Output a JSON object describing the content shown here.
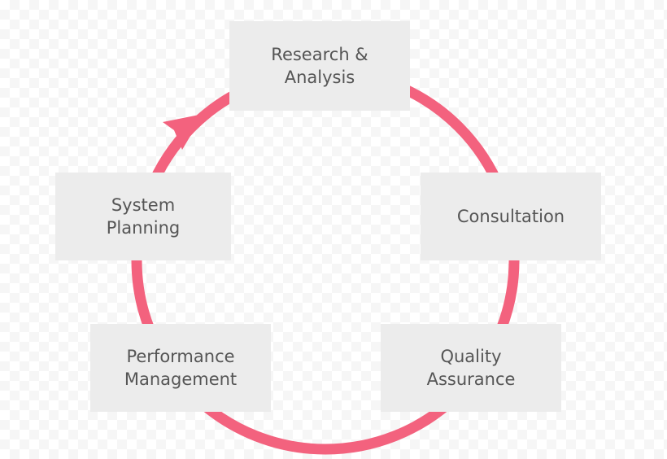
{
  "diagram": {
    "type": "cycle",
    "accent_color": "#f3627e",
    "box_color": "#ececec",
    "text_color": "#555555",
    "steps": [
      {
        "label": "Research &\nAnalysis"
      },
      {
        "label": "Consultation"
      },
      {
        "label": "Quality\nAssurance"
      },
      {
        "label": "Performance\nManagement"
      },
      {
        "label": "System\nPlanning"
      }
    ],
    "flow_direction": "clockwise",
    "arrow_icon": "arrowhead-icon"
  }
}
